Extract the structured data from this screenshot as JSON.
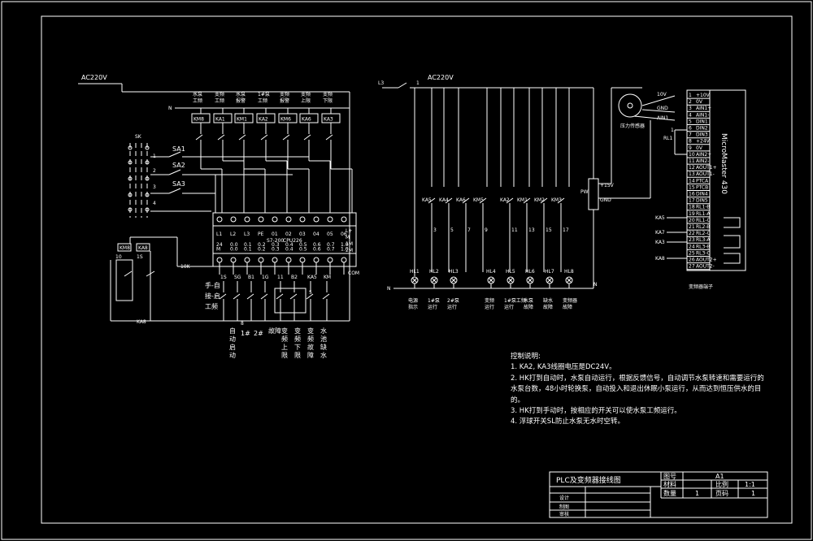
{
  "left_circuit": {
    "supply": "AC220V",
    "neutral": "N",
    "relay_caps": [
      "水泵\n工频",
      "变频\n工频",
      "水泵\n报警",
      "1#泵\n工频",
      "变频\n报警",
      "变频\n上限",
      "变频\n下限"
    ],
    "relays": [
      "KM8",
      "KA1",
      "KM1",
      "KA2",
      "KM6",
      "KA6",
      "KA3"
    ],
    "switches": [
      "SA1",
      "SA2",
      "SA3"
    ],
    "breaker": "SK",
    "plc_row1": [
      "L1",
      "L2",
      "L3",
      "PE",
      "01",
      "02",
      "03",
      "04",
      "05",
      "06"
    ],
    "plc_row2": [
      "24",
      "0.0",
      "0.1",
      "0.2",
      "0.3",
      "0.4",
      "0.5",
      "0.6",
      "0.7",
      "1.0"
    ],
    "plc_row3": [
      "M",
      "0.0",
      "0.1",
      "0.2",
      "0.3",
      "0.4",
      "0.5",
      "0.6",
      "0.7",
      "1.0"
    ],
    "plc_model": [
      "S7-200",
      "CPU226"
    ],
    "plc_side": [
      "L+",
      "M",
      "1M",
      "2M"
    ],
    "sub_relays": [
      "KM8",
      "KA8",
      "10",
      "1S",
      "KA8"
    ],
    "bottom_tags": [
      "1S",
      "SG",
      "B1",
      "1G",
      "11",
      "B2",
      "KA5",
      "KM"
    ],
    "modes": [
      "手-自",
      "接-启",
      "工频"
    ],
    "inputs": [
      "自\n动\n启\n动",
      "1#",
      "2#",
      "故障",
      "变\n频\n上\n限",
      "变\n频\n下\n限",
      "变\n频\n故\n障",
      "水\n池\n缺\n水"
    ],
    "node_labels": [
      "1",
      "2",
      "3",
      "4",
      "5",
      "6",
      "7",
      "8"
    ],
    "com_label": "COM",
    "com_tag": "10K"
  },
  "right_circuit": {
    "supply": "AC220V",
    "fuse_tags": [
      "L3",
      "1"
    ],
    "neutral": "N",
    "node_top": "N",
    "relays": [
      "KA5",
      "KA4",
      "KA6",
      "KM5",
      "KA2",
      "KM1",
      "KM2",
      "KM3"
    ],
    "terminals": [
      "3",
      "5",
      "7",
      "9",
      "11",
      "13",
      "15",
      "17"
    ],
    "lamps": [
      "HL1",
      "HL2",
      "HL3",
      "HL4",
      "HL5",
      "HL6",
      "HL7",
      "HL8"
    ],
    "captions": [
      "电源\n指示",
      "1#泵\n运行",
      "2#泵\n运行",
      "变频\n运行",
      "1#泵工频\n运行",
      "水泵\n故障",
      "缺水\n故障",
      "变频器\n故障"
    ],
    "supply_box": [
      "+15V",
      "GND"
    ],
    "pw_label": "PW",
    "pressure_label": "压力传感器",
    "vfd_side": [
      "10V",
      "GND",
      "AIN1",
      "1",
      "RL1"
    ]
  },
  "vfd": {
    "brand": "MicroMaster 430",
    "pins": [
      {
        "no": "1",
        "name": "+10V"
      },
      {
        "no": "2",
        "name": "0V"
      },
      {
        "no": "3",
        "name": "AIN1+"
      },
      {
        "no": "4",
        "name": "AIN1-"
      },
      {
        "no": "5",
        "name": "DIN1"
      },
      {
        "no": "6",
        "name": "DIN2"
      },
      {
        "no": "7",
        "name": "DIN3"
      },
      {
        "no": "8",
        "name": "+24V"
      },
      {
        "no": "9",
        "name": "0V"
      },
      {
        "no": "10",
        "name": "AIN2+"
      },
      {
        "no": "11",
        "name": "AIN2-"
      },
      {
        "no": "12",
        "name": "AOUT1+"
      },
      {
        "no": "13",
        "name": "AOUT1-"
      },
      {
        "no": "14",
        "name": "PTCA"
      },
      {
        "no": "15",
        "name": "PTCB"
      },
      {
        "no": "16",
        "name": "DIN4"
      },
      {
        "no": "17",
        "name": "DIN5"
      },
      {
        "no": "18",
        "name": "RL1-B"
      },
      {
        "no": "19",
        "name": "RL1-A"
      },
      {
        "no": "20",
        "name": "RL1-C"
      },
      {
        "no": "21",
        "name": "RL2-B"
      },
      {
        "no": "22",
        "name": "RL2-C"
      },
      {
        "no": "23",
        "name": "RL3-A"
      },
      {
        "no": "24",
        "name": "RL3-B"
      },
      {
        "no": "25",
        "name": "RL3-C"
      },
      {
        "no": "26",
        "name": "AOUT2+"
      },
      {
        "no": "27",
        "name": "AOUT2-"
      }
    ],
    "relay_tags": [
      "KA5",
      "KA7",
      "KA3",
      "KA8"
    ],
    "caption": "变频器端子"
  },
  "notes": {
    "title": "控制说明:",
    "items": [
      "1. KA2, KA3线圈电压是DC24V。",
      "2. HK打到自动时，水泵自动运行，根据反馈信号，自动调节水泵转速和需要运行的水泵台数，48小时轮换泵，自动投入和退出休眠小泵运行，从而达到恒压供水的目的。",
      "3. HK打到手动时，按相应的开关可以使水泵工频运行。",
      "4. 浮球开关SL防止水泵无水时空转。"
    ]
  },
  "title_block": {
    "drawing_title": "PLC及变频器接线图",
    "tuhao_label": "图号",
    "tuhao_value": "A1",
    "cailiao_label": "材料",
    "bili_label": "比例",
    "bili_value": "1:1",
    "shuliang_label": "数量",
    "shuliang_value": "1",
    "yema_label": "页码",
    "yema_value": "1",
    "sheji_label": "设计",
    "zhitu_label": "制图",
    "shenhe_label": "审核"
  }
}
